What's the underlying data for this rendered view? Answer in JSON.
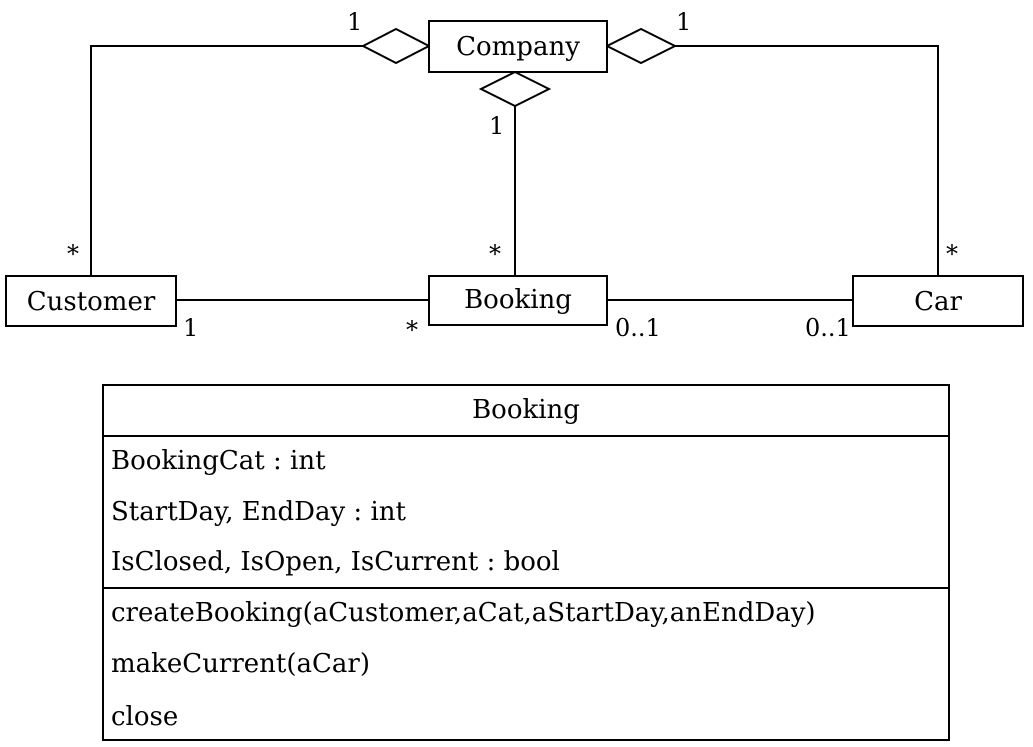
{
  "classes": {
    "company": "Company",
    "customer": "Customer",
    "booking": "Booking",
    "car": "Car"
  },
  "multiplicities": {
    "company_customer_end": "1",
    "company_car_end": "1",
    "company_booking_end": "1",
    "customer_company_end": "*",
    "booking_company_end": "*",
    "car_company_end": "*",
    "customer_booking_end": "1",
    "booking_customer_end": "*",
    "booking_car_end": "0..1",
    "car_booking_end": "0..1"
  },
  "detail_class": {
    "name": "Booking",
    "attributes": [
      "BookingCat : int",
      "StartDay, EndDay : int",
      "IsClosed, IsOpen, IsCurrent : bool"
    ],
    "operations": [
      "createBooking(aCustomer,aCat,aStartDay,anEndDay)",
      "makeCurrent(aCar)",
      "close"
    ]
  }
}
